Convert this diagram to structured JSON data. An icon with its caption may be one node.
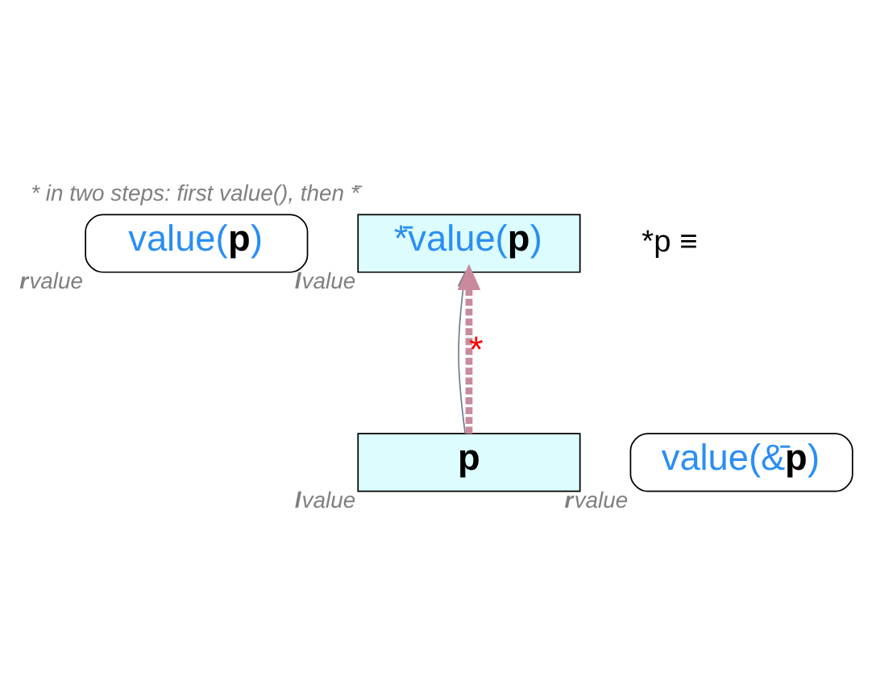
{
  "diagram": {
    "title": "* in two steps: first value(), then *̄",
    "nodes": [
      {
        "text": [
          "value(**p**)"
        ],
        "beside": [
          "**r**value"
        ]
      },
      {
        "text": [
          "*̄value(**p**)"
        ],
        "beside": [
          "**l**value"
        ]
      },
      {
        "text": [
          "value(&̄**p**)"
        ],
        "beside": [
          "**r**value"
        ]
      },
      {
        "text": [
          "**p**"
        ],
        "beside": [
          "**l**value"
        ]
      }
    ],
    "edges": [
      {
        "from": 3,
        "to": 1,
        "arrow": "to"
      },
      {
        "from": 3,
        "to": 1,
        "arrow": "to",
        "label": "*",
        "style": "dashed",
        "color": "#c98a9c"
      }
    ],
    "labels": [
      "*p ≡"
    ]
  }
}
